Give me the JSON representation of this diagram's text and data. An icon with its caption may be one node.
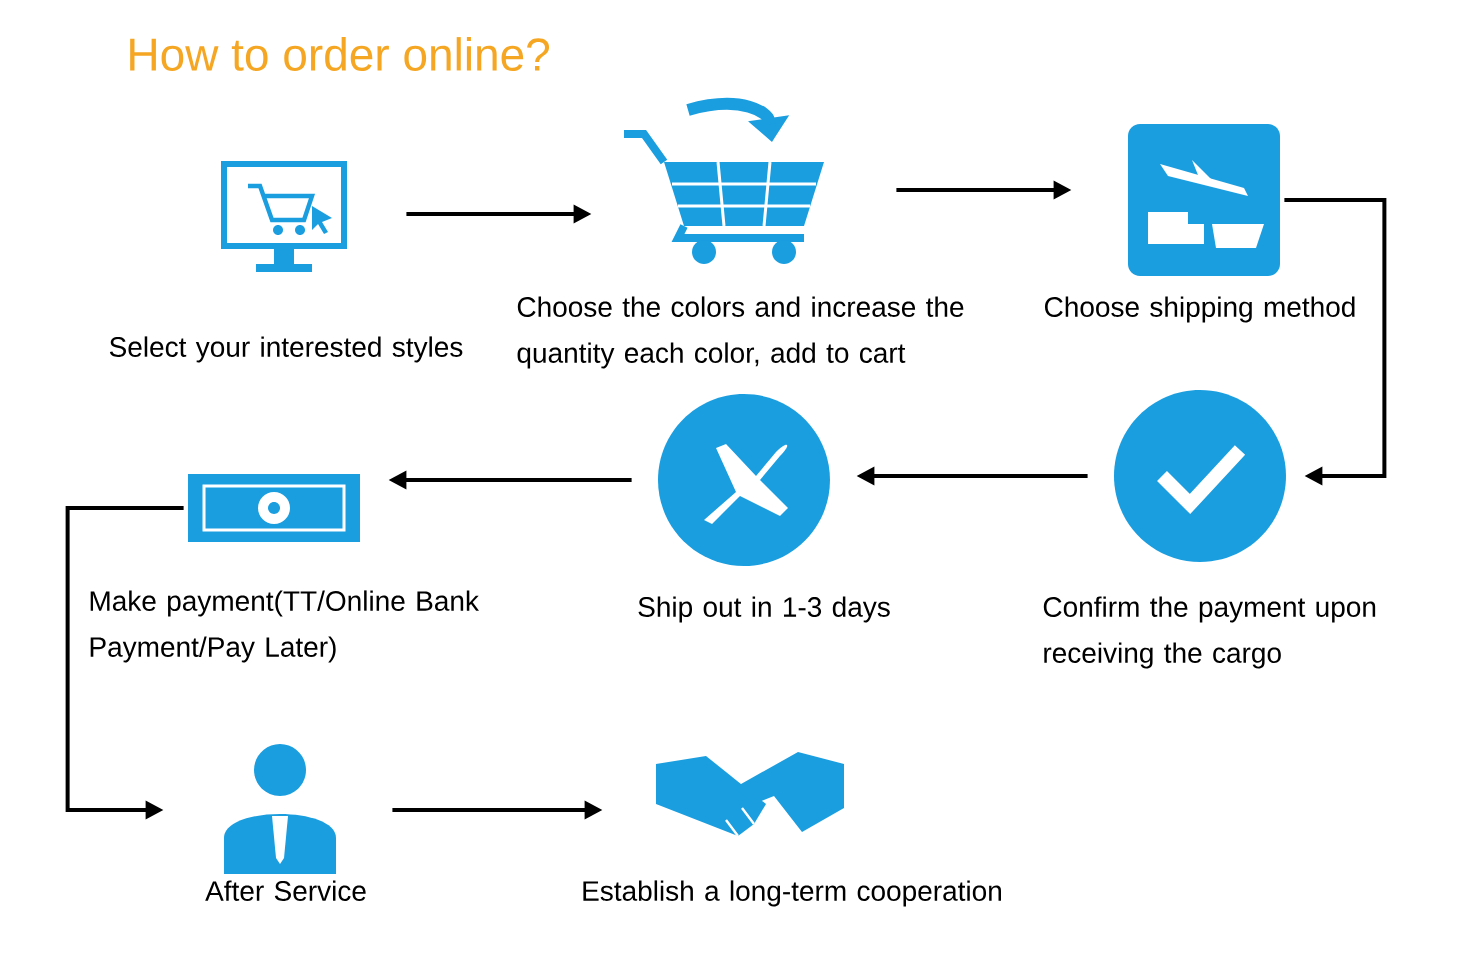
{
  "diagram": {
    "title": "How to order online?",
    "nodes": [
      {
        "text": [],
        "shape": "picture",
        "beside": [
          "Select your interested styles"
        ]
      },
      {
        "text": [],
        "shape": "picture",
        "beside": [
          "Choose the colors and increase the quantity each color, add to cart"
        ]
      },
      {
        "text": [],
        "shape": "picture",
        "beside": [
          "Choose shipping method"
        ]
      },
      {
        "text": [],
        "shape": "circle",
        "beside": [
          "Confirm the payment upon receiving the cargo"
        ]
      },
      {
        "text": [],
        "shape": "circle",
        "beside": [
          "Ship out in 1-3 days"
        ]
      },
      {
        "text": [],
        "shape": "picture",
        "beside": [
          "Make payment(TT/Online Bank Payment/Pay Later)"
        ]
      },
      {
        "text": [],
        "shape": "person",
        "beside": [
          "After Service"
        ]
      },
      {
        "text": [],
        "shape": "picture",
        "beside": [
          "Establish a long-term cooperation"
        ]
      }
    ],
    "edges": [
      {
        "from": 0,
        "to": 1,
        "arrow": "to"
      },
      {
        "from": 1,
        "to": 2,
        "arrow": "to"
      },
      {
        "from": 2,
        "to": 3,
        "arrow": "to"
      },
      {
        "from": 3,
        "to": 4,
        "arrow": "to"
      },
      {
        "from": 4,
        "to": 5,
        "arrow": "to"
      },
      {
        "from": 5,
        "to": 6,
        "arrow": "to"
      },
      {
        "from": 6,
        "to": 7,
        "arrow": "to"
      }
    ]
  }
}
